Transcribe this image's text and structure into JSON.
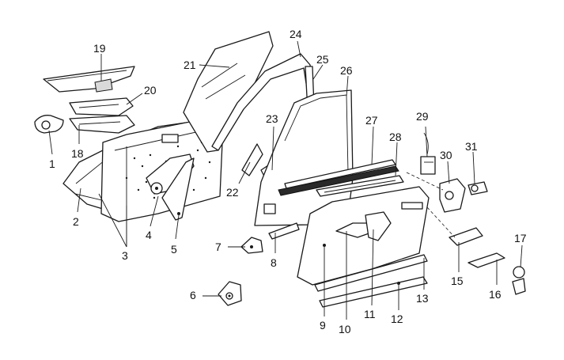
{
  "diagram": {
    "callouts": [
      "1",
      "2",
      "3",
      "4",
      "5",
      "6",
      "7",
      "8",
      "9",
      "10",
      "11",
      "12",
      "13",
      "15",
      "16",
      "17",
      "18",
      "19",
      "20",
      "21",
      "22",
      "23",
      "24",
      "25",
      "26",
      "27",
      "28",
      "29",
      "30",
      "31"
    ]
  }
}
